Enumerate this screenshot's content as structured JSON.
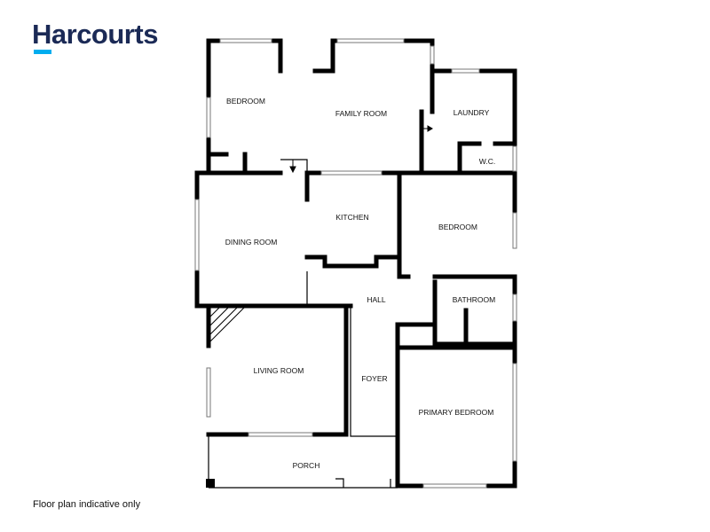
{
  "brand": {
    "name": "Harcourts",
    "accent_color": "#00adef",
    "text_color": "#1b2a56"
  },
  "rooms": {
    "bedroom_1": "BEDROOM",
    "family_room": "FAMILY ROOM",
    "laundry": "LAUNDRY",
    "wc": "W.C.",
    "kitchen": "KITCHEN",
    "dining_room": "DINING ROOM",
    "bedroom_2": "BEDROOM",
    "hall": "HALL",
    "bathroom": "BATHROOM",
    "living_room": "LIVING ROOM",
    "foyer": "FOYER",
    "primary_bedroom": "PRIMARY BEDROOM",
    "porch": "PORCH"
  },
  "footnote": "Floor plan indicative only"
}
